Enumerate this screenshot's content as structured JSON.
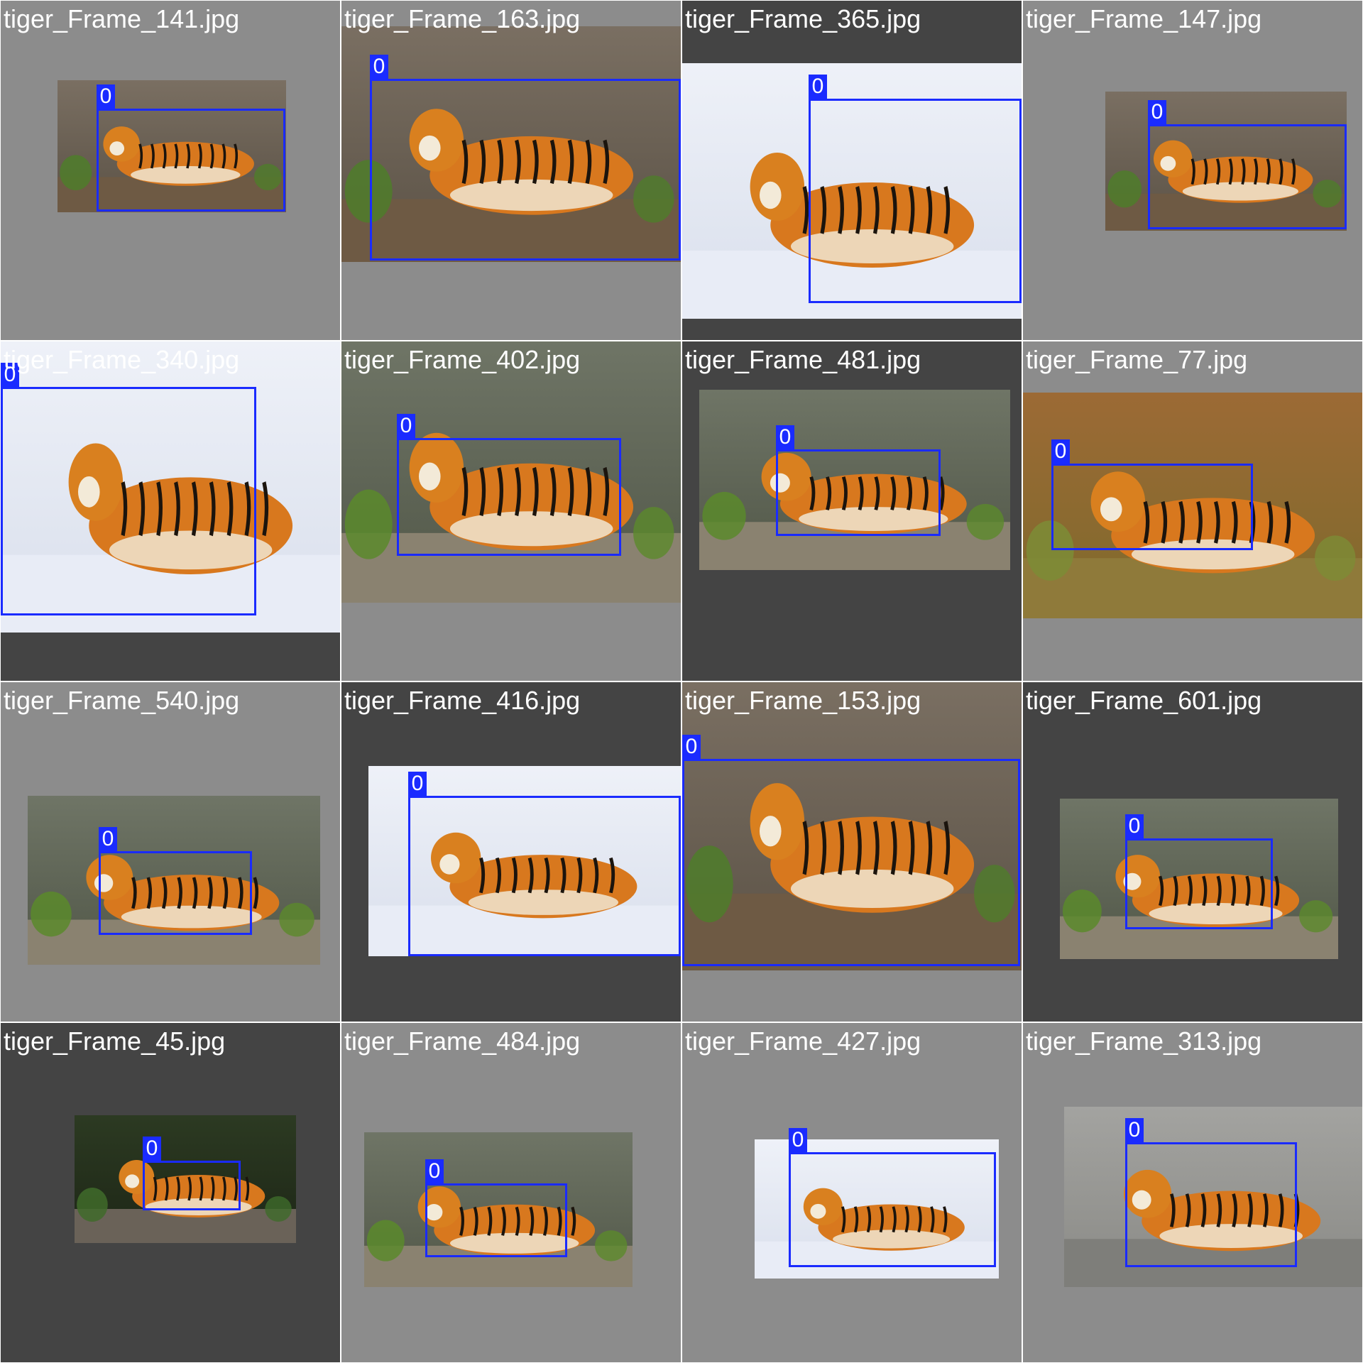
{
  "palette": {
    "tile_gray": "#8c8c8c",
    "tile_dark": "#444444",
    "box_color": "#1a2bff",
    "label_text": "#ffffff"
  },
  "tiles": [
    {
      "file": "tiger_Frame_141.jpg",
      "class_id": "0",
      "scene": "rock-den"
    },
    {
      "file": "tiger_Frame_163.jpg",
      "class_id": "0",
      "scene": "rock-den"
    },
    {
      "file": "tiger_Frame_365.jpg",
      "class_id": "0",
      "scene": "snow"
    },
    {
      "file": "tiger_Frame_147.jpg",
      "class_id": "0",
      "scene": "rock-den"
    },
    {
      "file": "tiger_Frame_340.jpg",
      "class_id": "0",
      "scene": "snow"
    },
    {
      "file": "tiger_Frame_402.jpg",
      "class_id": "0",
      "scene": "stone-wall"
    },
    {
      "file": "tiger_Frame_481.jpg",
      "class_id": "0",
      "scene": "stone-wall"
    },
    {
      "file": "tiger_Frame_77.jpg",
      "class_id": "0",
      "scene": "grassland"
    },
    {
      "file": "tiger_Frame_540.jpg",
      "class_id": "0",
      "scene": "stone-wall"
    },
    {
      "file": "tiger_Frame_416.jpg",
      "class_id": "0",
      "scene": "snow"
    },
    {
      "file": "tiger_Frame_153.jpg",
      "class_id": "0",
      "scene": "rock-den"
    },
    {
      "file": "tiger_Frame_601.jpg",
      "class_id": "0",
      "scene": "stone-wall"
    },
    {
      "file": "tiger_Frame_45.jpg",
      "class_id": "0",
      "scene": "waterfall"
    },
    {
      "file": "tiger_Frame_484.jpg",
      "class_id": "0",
      "scene": "stone-wall"
    },
    {
      "file": "tiger_Frame_427.jpg",
      "class_id": "0",
      "scene": "snow"
    },
    {
      "file": "tiger_Frame_313.jpg",
      "class_id": "0",
      "scene": "stone-ledge"
    }
  ]
}
